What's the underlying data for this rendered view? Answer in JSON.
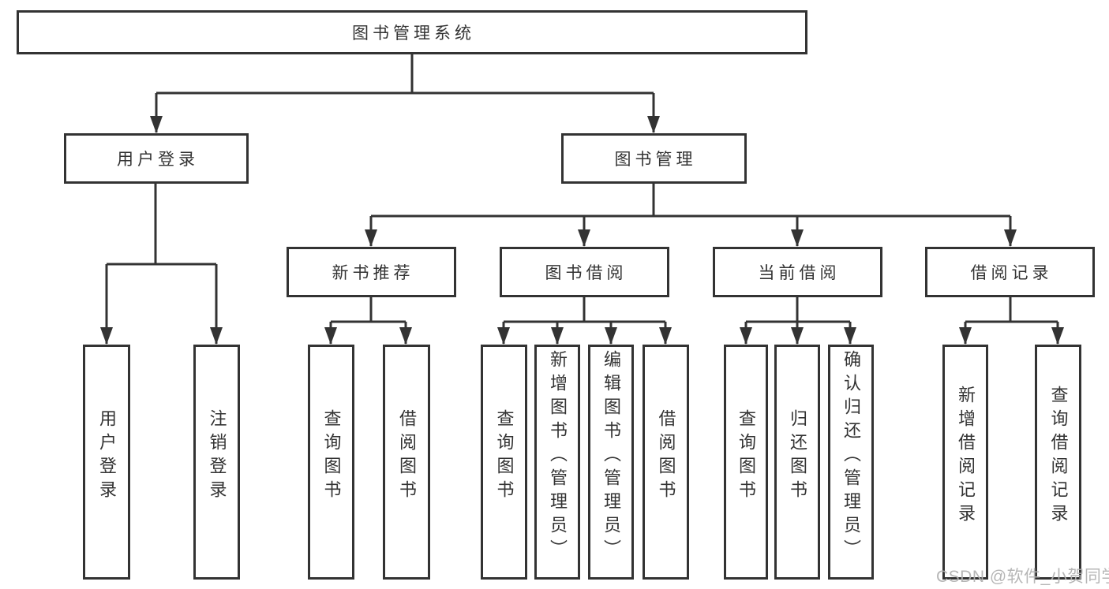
{
  "diagram": {
    "root": {
      "label": "图书管理系统"
    },
    "level2": [
      {
        "label": "用户登录"
      },
      {
        "label": "图书管理"
      }
    ],
    "level3": [
      {
        "label": "新书推荐"
      },
      {
        "label": "图书借阅"
      },
      {
        "label": "当前借阅"
      },
      {
        "label": "借阅记录"
      }
    ],
    "leaves": {
      "user_login": [
        {
          "label": "用户登录"
        },
        {
          "label": "注销登录"
        }
      ],
      "new_books": [
        {
          "label": "查询图书"
        },
        {
          "label": "借阅图书"
        }
      ],
      "book_borrow": [
        {
          "label": "查询图书"
        },
        {
          "label": "新增图书（管理员）"
        },
        {
          "label": "编辑图书（管理员）"
        },
        {
          "label": "借阅图书"
        }
      ],
      "current_borrow": [
        {
          "label": "查询图书"
        },
        {
          "label": "归还图书"
        },
        {
          "label": "确认归还（管理员）"
        }
      ],
      "borrow_records": [
        {
          "label": "新增借阅记录"
        },
        {
          "label": "查询借阅记录"
        }
      ]
    },
    "watermark": "CSDN @软件_小贺同学",
    "colors": {
      "line": "#333333",
      "text": "#333333",
      "watermark": "#b2b2b2",
      "background": "#ffffff"
    }
  }
}
